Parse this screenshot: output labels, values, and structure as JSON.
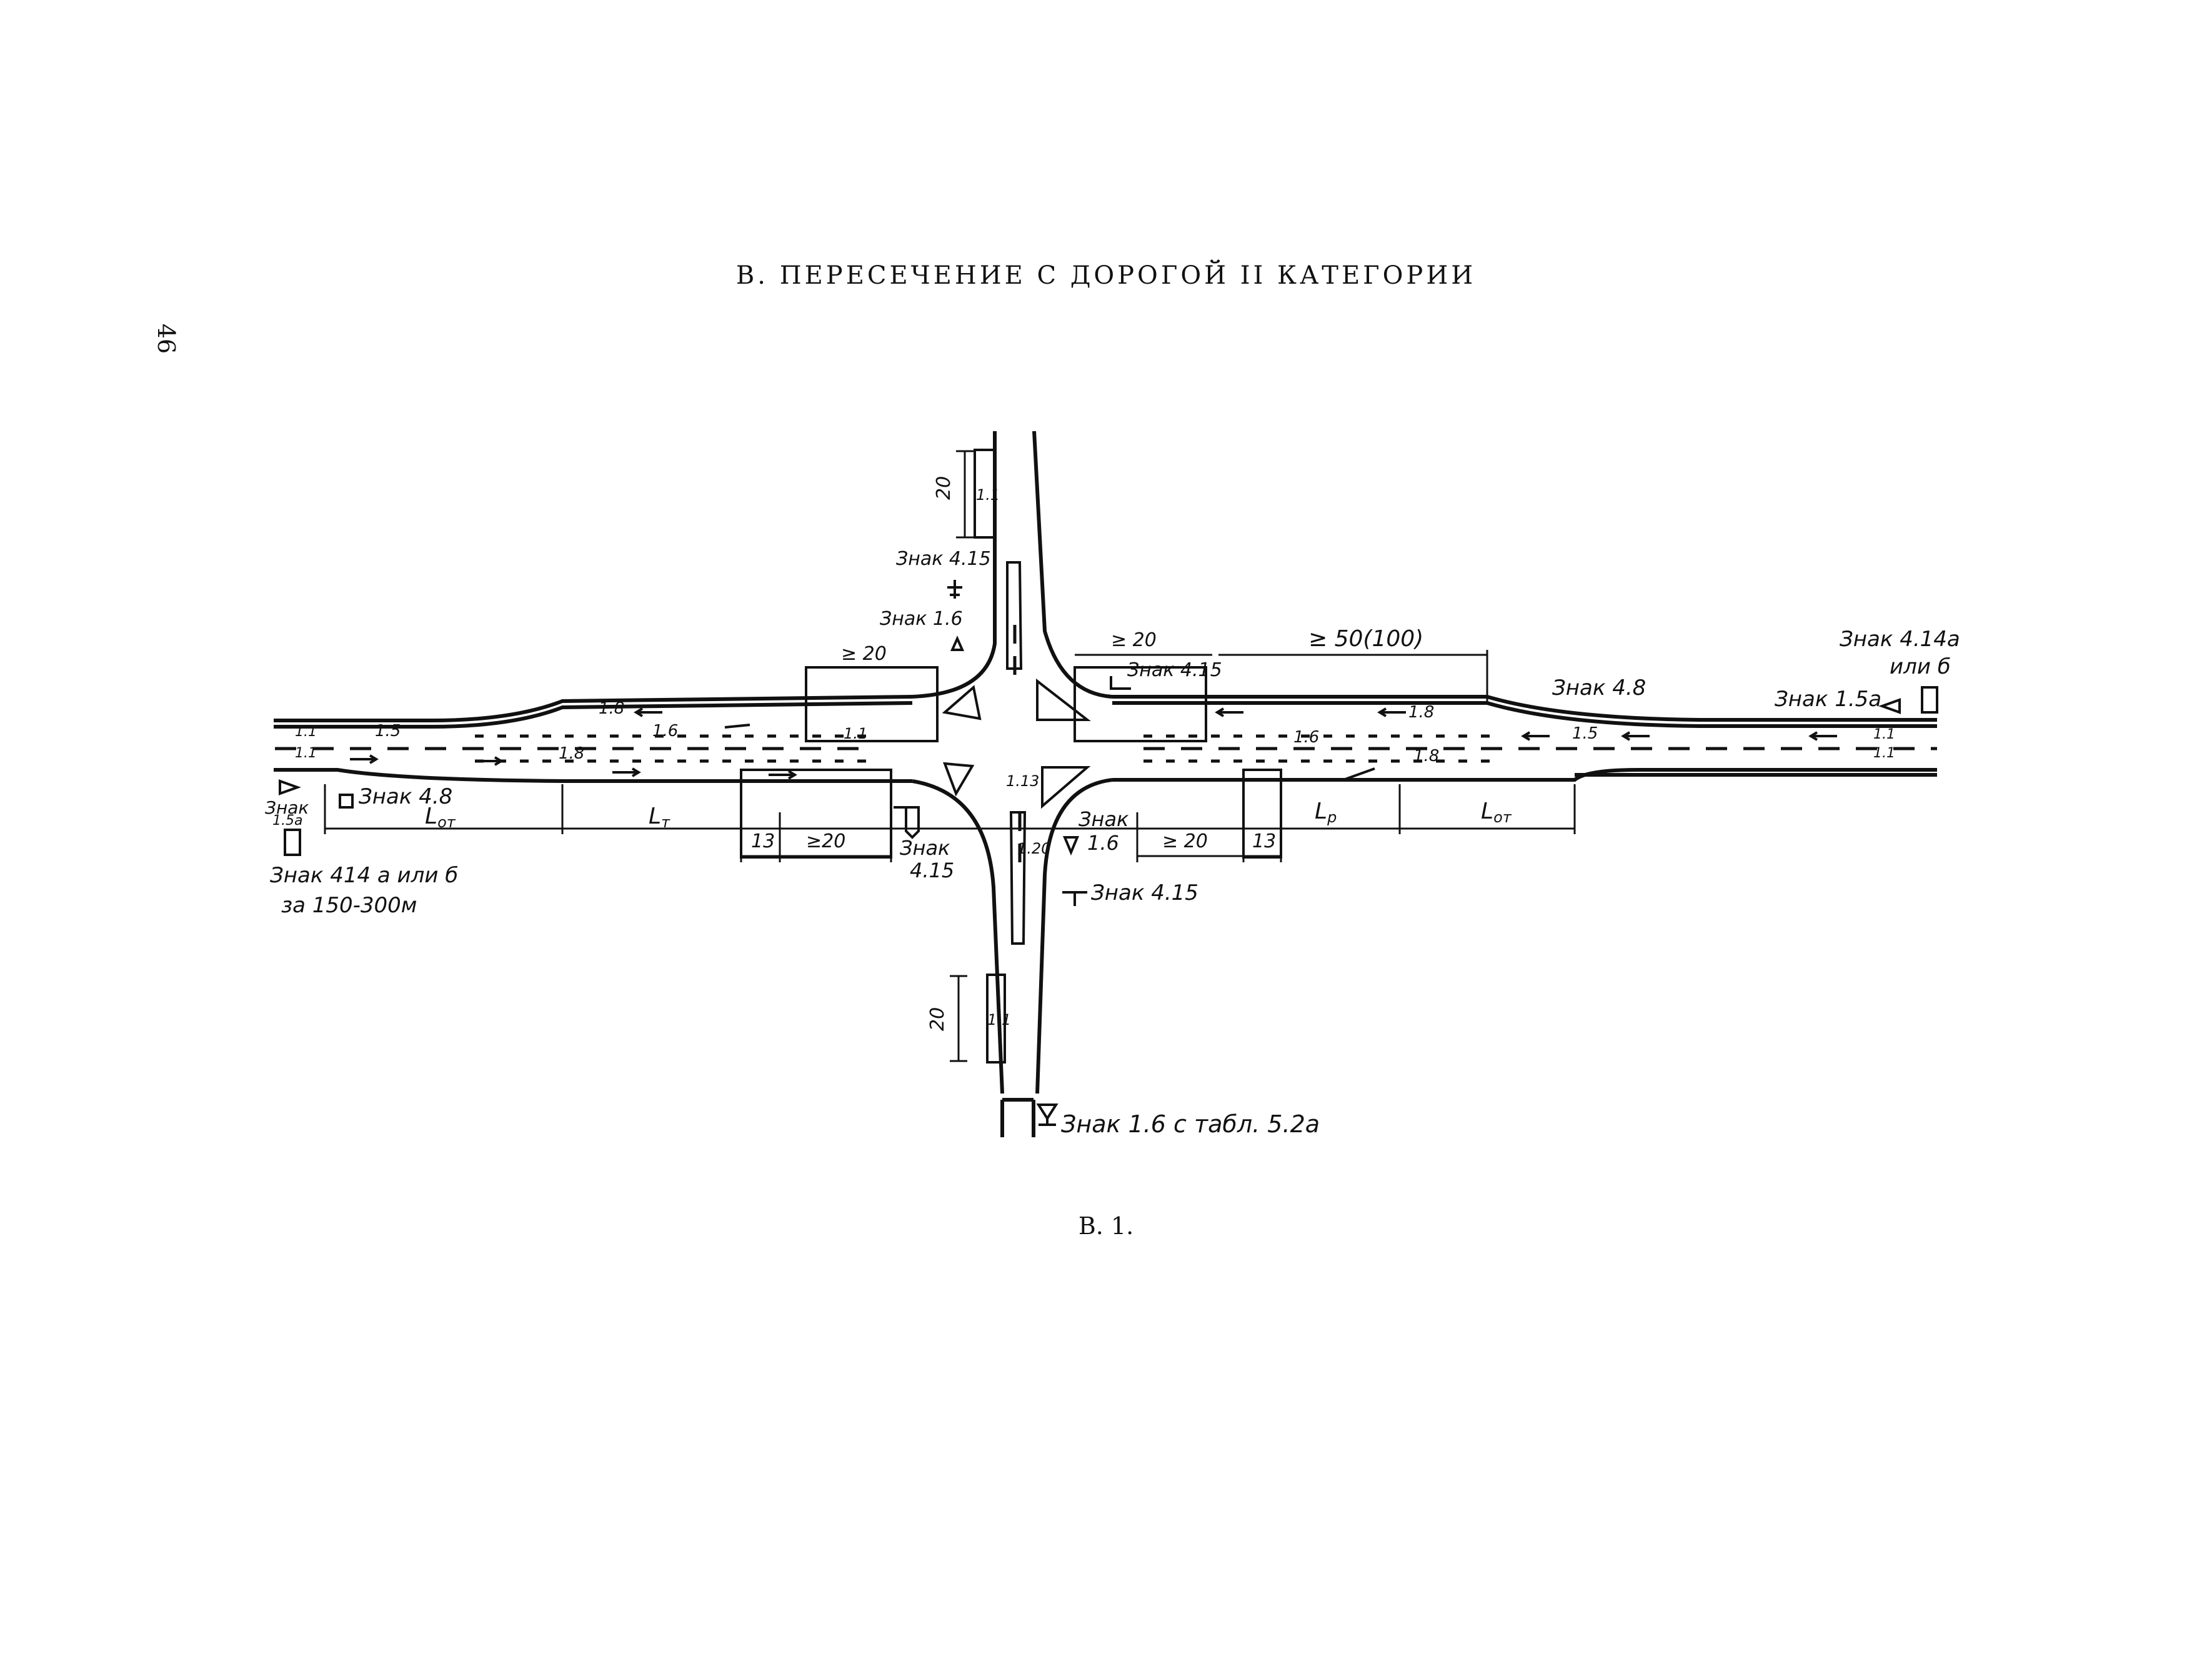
{
  "page_number": "46",
  "title": "В. ПЕРЕСЕЧЕНИЕ С ДОРОГОЙ II КАТЕГОРИИ",
  "caption": "В. 1.",
  "diagram": {
    "marking_labels": {
      "north_stop_line": "1.1",
      "south_stop_line": "1.1",
      "west_edge_top": "1.1",
      "west_edge_bottom": "1.1",
      "east_edge_top": "1.1",
      "east_edge_bottom": "1.1",
      "west_center": "1.5",
      "east_center": "1.5",
      "west_left_turn_1": "1.6",
      "east_left_turn_1": "1.6",
      "west_upper_18": "1.8",
      "west_lower_18": "1.8",
      "east_upper_18": "1.8",
      "east_lower_18": "1.8",
      "west_approach_11": "1.1",
      "center_113": "1.13",
      "south_120": "1.20"
    },
    "dimensions": {
      "north_20": "20",
      "south_20": "20",
      "west_ge20_top": "≥ 20",
      "east_ge20_top": "≥ 20",
      "east_ge50": "≥ 50(100)",
      "west_13": "13",
      "west_ge20_bottom": "≥20",
      "east_ge20_bottom": "≥ 20",
      "east_13": "13",
      "l_ot_west": "L",
      "l_ot_west_sub": "от",
      "l_t": "L",
      "l_t_sub": "т",
      "l_p": "L",
      "l_p_sub": "р",
      "l_ot_east": "L",
      "l_ot_east_sub": "от"
    },
    "sign_labels": {
      "nw_415": "Знак 4.15",
      "nw_16": "Знак 1.6",
      "ne_415": "Знак 4.15",
      "e_414": "Знак 4.14а",
      "e_414b": "или б",
      "e_15a": "Знак 1.5а",
      "e_48": "Знак 4.8",
      "w_znak": "Знак",
      "w_15a": "1.5а",
      "w_48": "Знак 4.8",
      "w_414": "Знак 414 а или б",
      "w_distance": "за 150-300м",
      "sw_415a": "Знак",
      "sw_415b": "4.15",
      "se_16a": "Знак",
      "se_16b": "1.6",
      "se_415": "Знак 4.15",
      "s_16": "Знак 1.6 с табл. 5.2а"
    }
  }
}
